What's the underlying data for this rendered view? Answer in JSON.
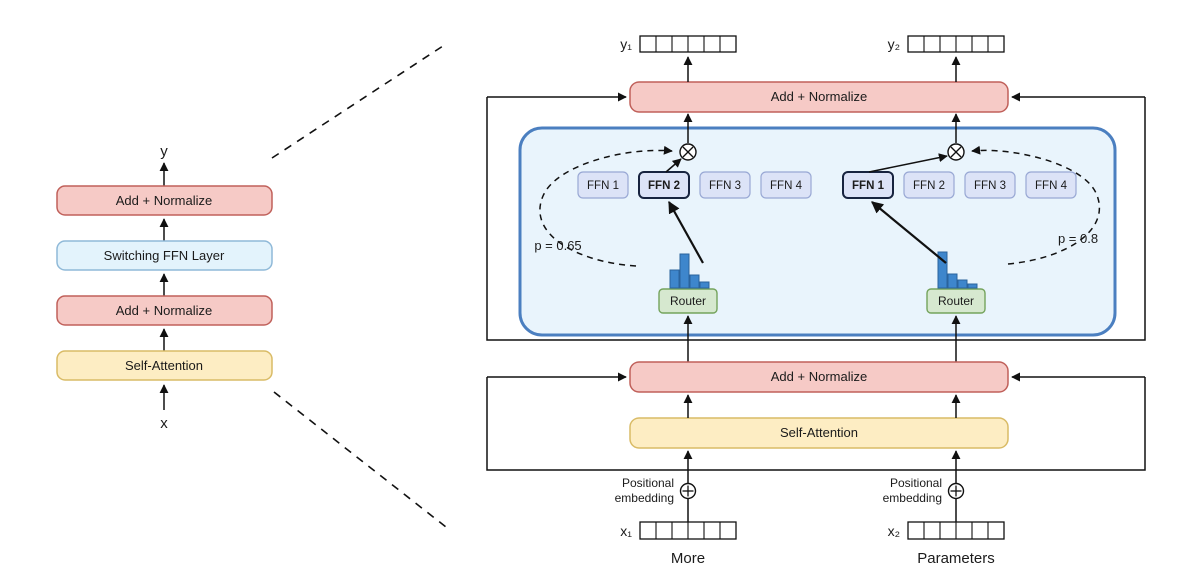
{
  "colors": {
    "add_normalize_fill": "#f6cac6",
    "add_normalize_border": "#c0605a",
    "self_attention_fill": "#fdedc3",
    "self_attention_border": "#d9bb66",
    "switch_layer_fill": "#e3f3fc",
    "switch_layer_border": "#8fb9d8",
    "expert_container_fill": "#e9f4fc",
    "expert_container_border": "#4b7fc0",
    "ffn_fill": "#dce3f7",
    "ffn_border": "#99a8d4",
    "ffn_selected_border": "#17233f",
    "router_fill": "#d6e8cf",
    "router_border": "#74a35c",
    "histogram_bar": "#3e86cc",
    "histogram_bar_border": "#2a639d",
    "line": "#111111"
  },
  "left_panel": {
    "output_label": "y",
    "input_label": "x",
    "blocks": {
      "add_normalize_top": "Add + Normalize",
      "switching_ffn": "Switching FFN Layer",
      "add_normalize_bottom": "Add + Normalize",
      "self_attention": "Self-Attention"
    }
  },
  "right_panel": {
    "add_normalize_top": "Add + Normalize",
    "add_normalize_mid": "Add + Normalize",
    "self_attention": "Self-Attention",
    "outputs": {
      "y1": "y₁",
      "y2": "y₂"
    },
    "inputs": {
      "x1": "x₁",
      "x2": "x₂"
    },
    "captions": {
      "left": "More",
      "right": "Parameters"
    },
    "positional_embedding": {
      "line1": "Positional",
      "line2": "embedding"
    },
    "token_cells": 6,
    "experts_left": {
      "ffns": [
        "FFN 1",
        "FFN 2",
        "FFN 3",
        "FFN 4"
      ],
      "selected": "FFN 2",
      "router_label": "Router",
      "p_label": "p = 0.65",
      "histogram": [
        18,
        34,
        13,
        6
      ]
    },
    "experts_right": {
      "ffns": [
        "FFN 1",
        "FFN 2",
        "FFN 3",
        "FFN 4"
      ],
      "selected": "FFN 1",
      "router_label": "Router",
      "p_label": "p = 0.8",
      "histogram": [
        36,
        14,
        8,
        4
      ]
    }
  }
}
